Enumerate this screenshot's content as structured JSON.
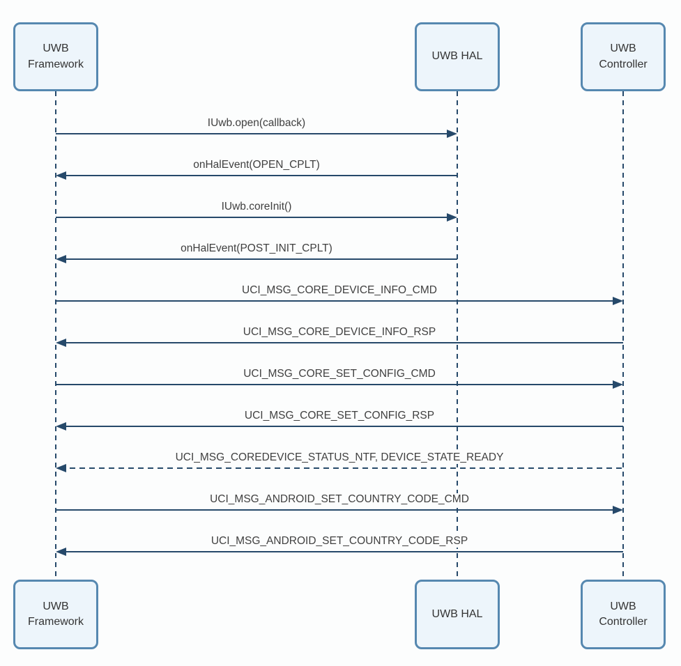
{
  "diagram": {
    "type": "sequence-diagram",
    "actors": [
      {
        "id": "framework",
        "label": "UWB Framework"
      },
      {
        "id": "hal",
        "label": "UWB HAL"
      },
      {
        "id": "controller",
        "label": "UWB Controller"
      }
    ],
    "messages": [
      {
        "label": "IUwb.open(callback)",
        "from": "framework",
        "to": "hal",
        "style": "solid"
      },
      {
        "label": "onHalEvent(OPEN_CPLT)",
        "from": "hal",
        "to": "framework",
        "style": "solid"
      },
      {
        "label": "IUwb.coreInit()",
        "from": "framework",
        "to": "hal",
        "style": "solid"
      },
      {
        "label": "onHalEvent(POST_INIT_CPLT)",
        "from": "hal",
        "to": "framework",
        "style": "solid"
      },
      {
        "label": "UCI_MSG_CORE_DEVICE_INFO_CMD",
        "from": "framework",
        "to": "controller",
        "style": "solid"
      },
      {
        "label": "UCI_MSG_CORE_DEVICE_INFO_RSP",
        "from": "controller",
        "to": "framework",
        "style": "solid"
      },
      {
        "label": "UCI_MSG_CORE_SET_CONFIG_CMD",
        "from": "framework",
        "to": "controller",
        "style": "solid"
      },
      {
        "label": "UCI_MSG_CORE_SET_CONFIG_RSP",
        "from": "controller",
        "to": "framework",
        "style": "solid"
      },
      {
        "label": "UCI_MSG_COREDEVICE_STATUS_NTF, DEVICE_STATE_READY",
        "from": "controller",
        "to": "framework",
        "style": "dashed"
      },
      {
        "label": "UCI_MSG_ANDROID_SET_COUNTRY_CODE_CMD",
        "from": "framework",
        "to": "controller",
        "style": "solid"
      },
      {
        "label": "UCI_MSG_ANDROID_SET_COUNTRY_CODE_RSP",
        "from": "controller",
        "to": "framework",
        "style": "solid"
      }
    ],
    "colors": {
      "line": "#26496a",
      "box_border": "#5688b0",
      "box_fill": "#edf5fb",
      "message_text": "#404040",
      "box_text": "#333333",
      "background": "#fcfdfd"
    }
  }
}
